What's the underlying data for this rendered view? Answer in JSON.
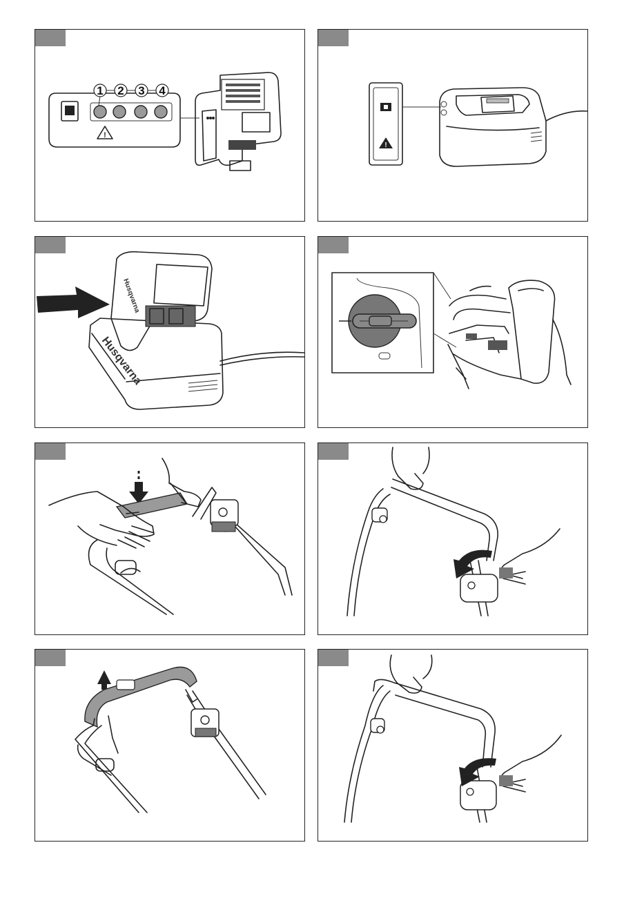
{
  "figures": [
    {
      "id": "panel-1",
      "callouts": [
        "1",
        "2",
        "3",
        "4"
      ]
    },
    {
      "id": "panel-2"
    },
    {
      "id": "panel-3",
      "brand": "Husqvarna"
    },
    {
      "id": "panel-4"
    },
    {
      "id": "panel-5"
    },
    {
      "id": "panel-6"
    },
    {
      "id": "panel-7"
    },
    {
      "id": "panel-8"
    }
  ],
  "icons": {
    "warning": "warning-triangle-icon",
    "battery": "battery-icon",
    "arrow": "push-arrow-icon",
    "key": "safety-key-icon"
  },
  "colors": {
    "frame": "#222222",
    "tab": "#8a8a8a",
    "fill_gray": "#777777"
  }
}
